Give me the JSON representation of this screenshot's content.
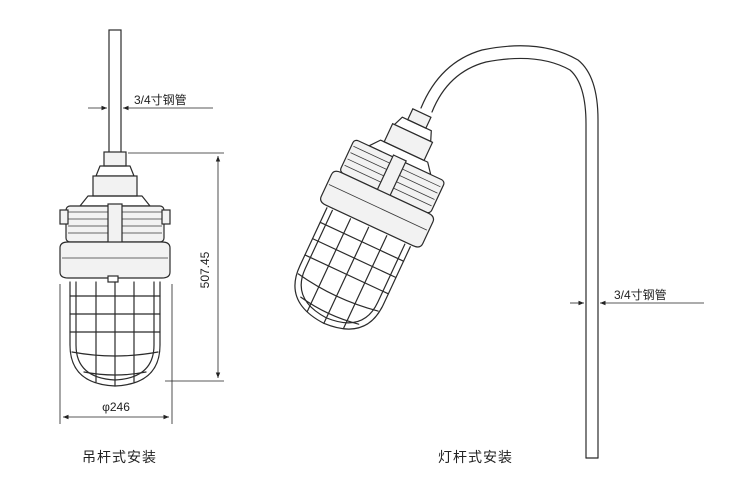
{
  "left_view": {
    "caption": "吊杆式安装",
    "pipe_label": "3/4寸钢管",
    "height_label": "507.45",
    "width_label": "φ246"
  },
  "right_view": {
    "caption": "灯杆式安装",
    "pipe_label": "3/4寸钢管"
  }
}
